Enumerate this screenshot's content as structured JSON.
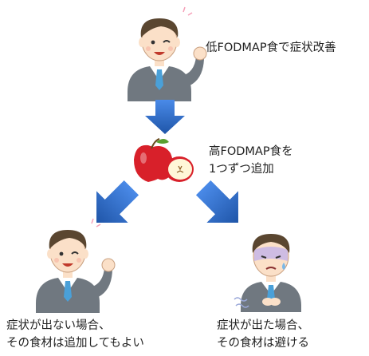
{
  "steps": {
    "step1": {
      "label": "低FODMAP食で症状改善"
    },
    "step2": {
      "line1": "高FODMAP食を",
      "line2": "1つずつ追加"
    },
    "outcome_ok": {
      "line1": "症状が出ない場合、",
      "line2": "その食材は追加してもよい"
    },
    "outcome_ng": {
      "line1": "症状が出た場合、",
      "line2": "その食材は避ける"
    }
  },
  "colors": {
    "arrow": "#2f6fd0",
    "arrow_dark": "#1f55a8",
    "suit": "#707880",
    "hair": "#5a4630",
    "skin": "#fbe0c8",
    "apple": "#d8202a",
    "sick_face": "#c9b8e6"
  },
  "icons": {
    "top_person": "happy-man-fist-pump-icon",
    "apple": "apple-with-slice-icon",
    "left_person": "happy-man-fist-pump-icon",
    "right_person": "sick-man-icon"
  }
}
